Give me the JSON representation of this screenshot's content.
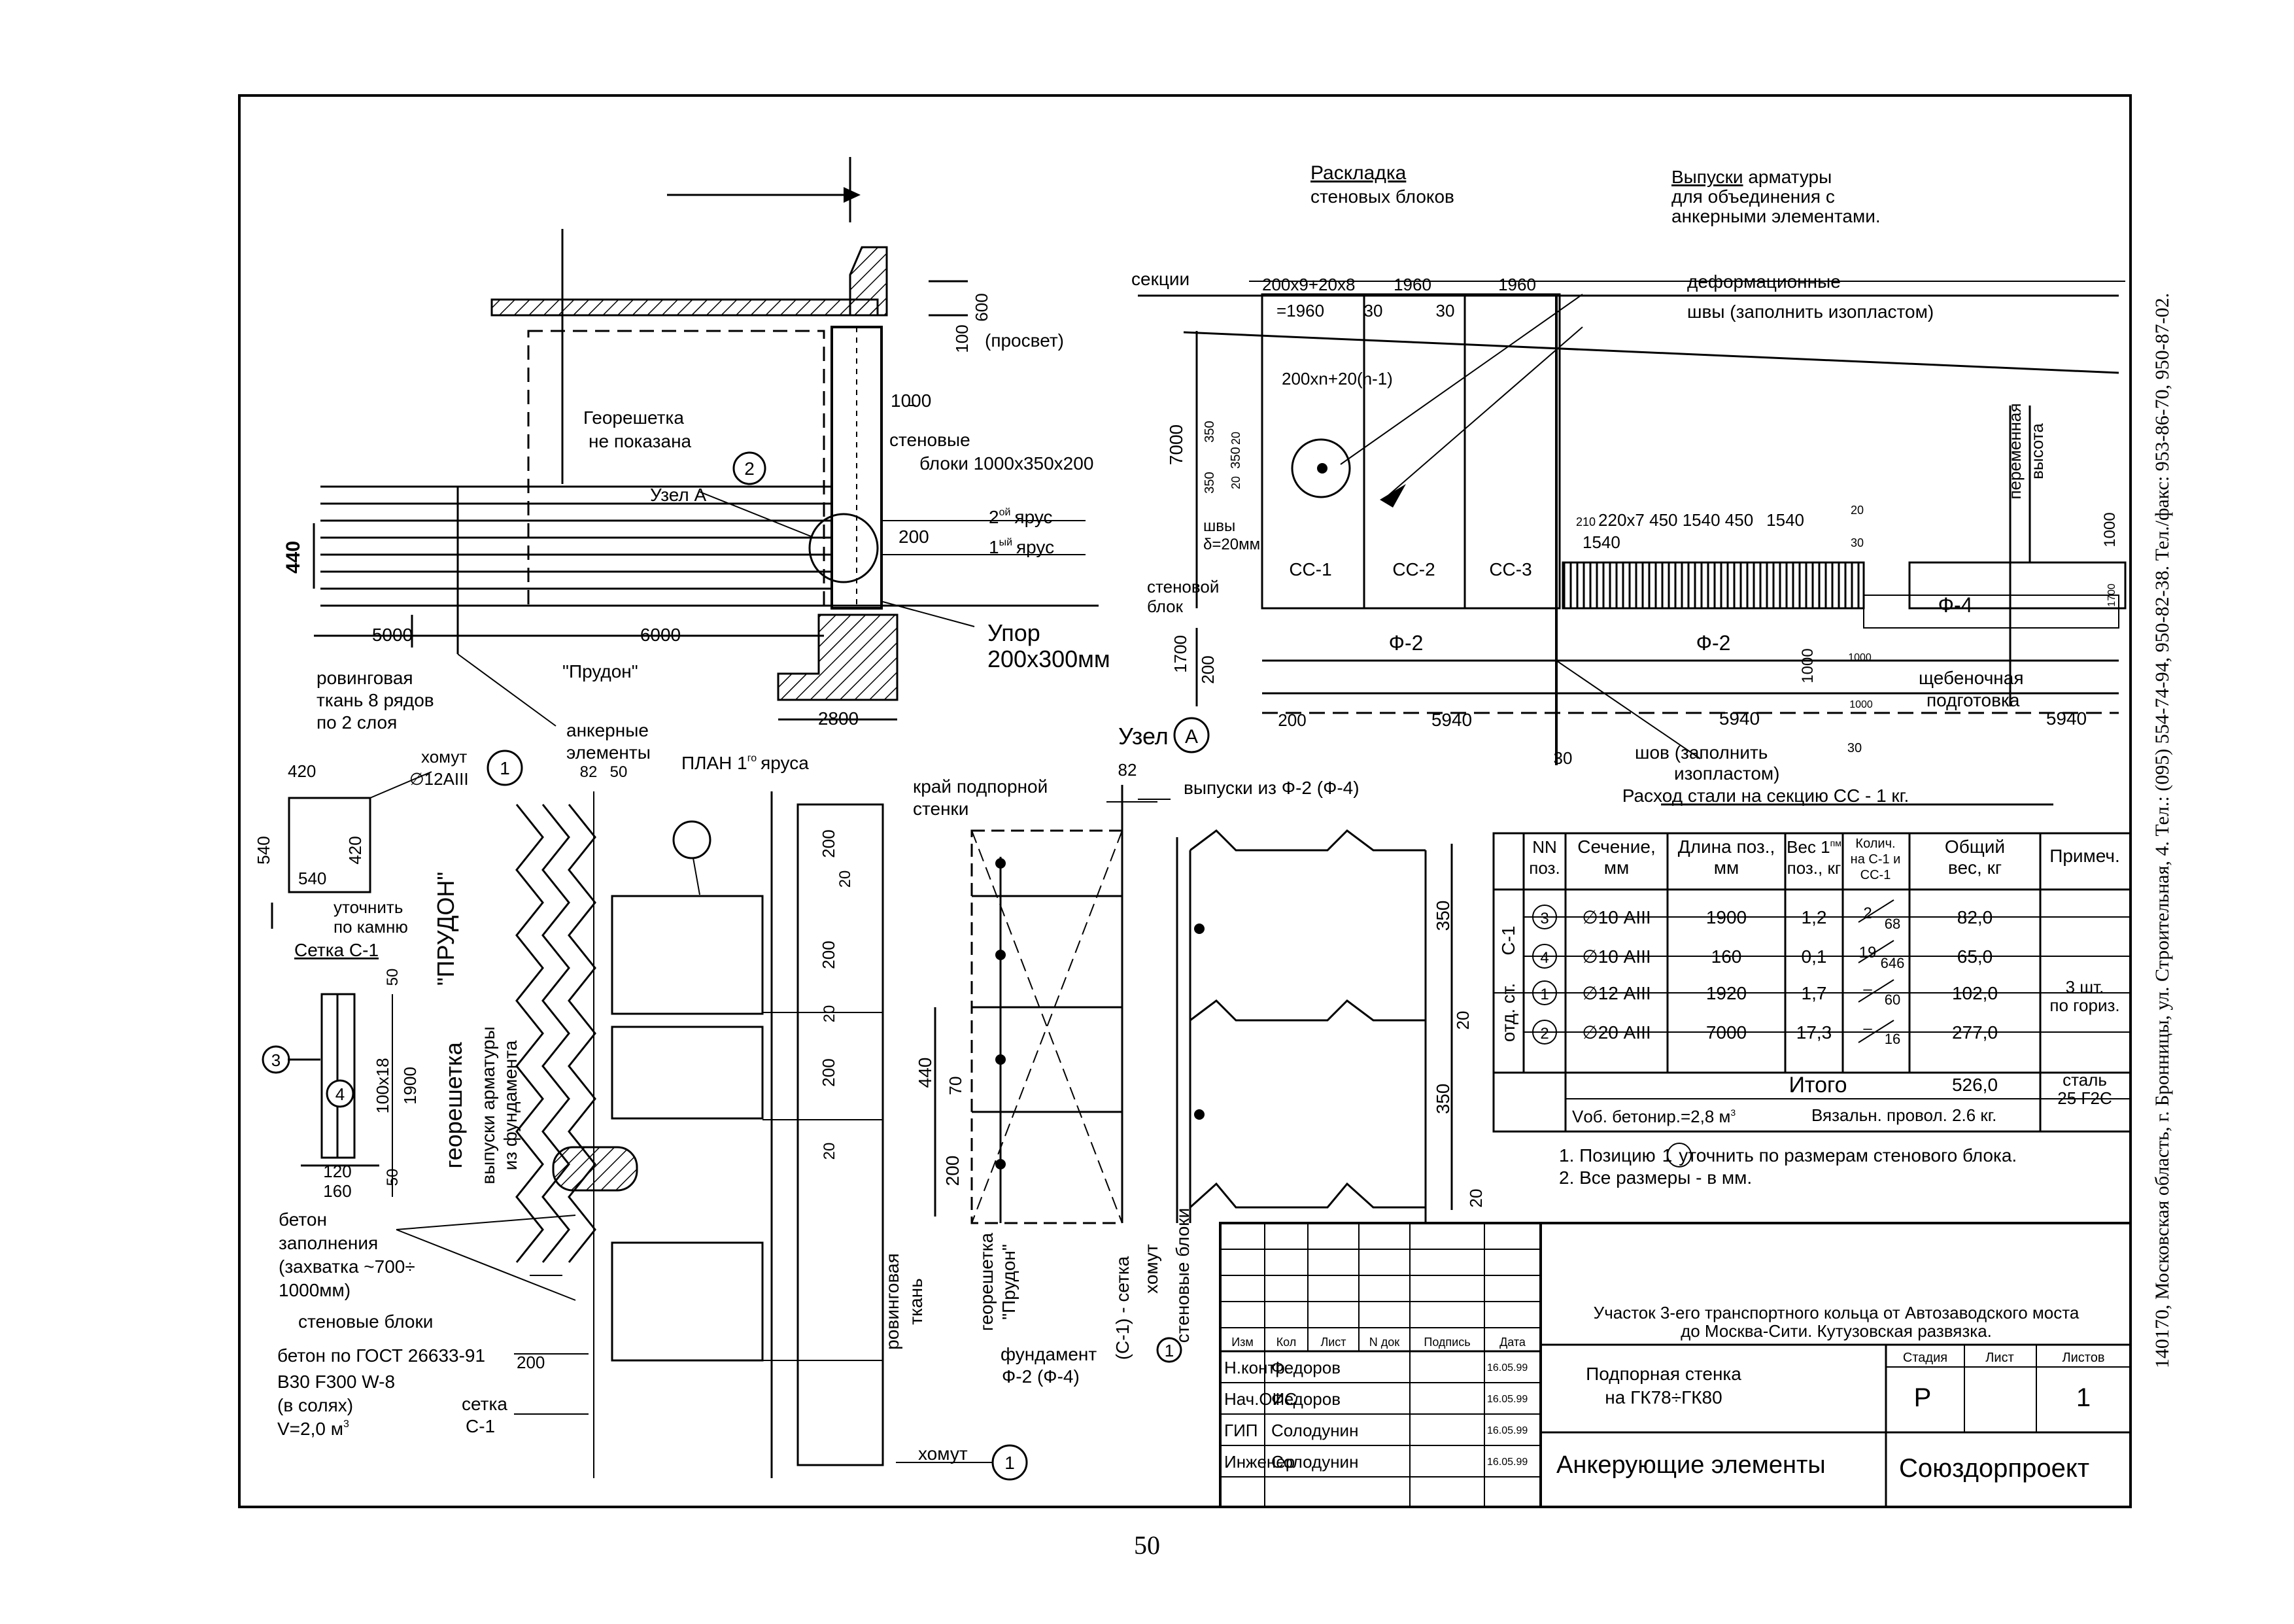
{
  "sheet": {
    "page_number": "50",
    "side_address": "140170, Московская область, г. Бронницы, ул. Строительная, 4. Тел.: (095) 554-74-94, 950-82-38. Тел./факс: 953-86-70, 950-87-02."
  },
  "section_left": {
    "upper_dim": "600",
    "upper_dim2": "100",
    "prosvet": "(просвет)",
    "georeshetka1": "Георешетка",
    "georeshetka2": "не показана",
    "node_a": "Узел А",
    "dim_1000": "1000",
    "wall_blocks1": "стеновые",
    "wall_blocks2": "блоки 1000х350х200",
    "tier2": "2",
    "tier2_sup": "ой",
    "tier2_word": "ярус",
    "tier1": "1",
    "tier1_sup": "ый",
    "tier1_word": "ярус",
    "dim_200": "200",
    "dim_440": "440",
    "dim_5000": "5000",
    "dim_6000": "6000",
    "upor1": "Упор",
    "upor2": "200х300мм",
    "roving1": "ровинговая",
    "roving2": "ткань 8 рядов",
    "roving3": "по 2 слоя",
    "prudon": "\"Прудон\"",
    "anchor1": "анкерные",
    "anchor2": "элементы",
    "dim_2800": "2800",
    "callout2": "2"
  },
  "elevation": {
    "rasklad1": "Раскладка",
    "rasklad2": "стеновых блоков",
    "vypuski1": "Выпуски",
    "vypuski1b": " арматуры",
    "vypuski2": "для объединения с",
    "vypuski3": "анкерными элементами.",
    "sekcii": "секции",
    "formula1": "200х9+20х8",
    "formula2": "=1960",
    "d1960a": "1960",
    "d1960b": "1960",
    "d30a": "30",
    "d30b": "30",
    "def1": "деформационные",
    "def2": "швы (заполнить изопластом)",
    "formula3": "200хn+20(n-1)",
    "d7000": "7000",
    "d350a": "350",
    "d350b": "350",
    "d350c": "350",
    "d20a": "20",
    "d20b": "20",
    "shvy": "швы",
    "delta": "δ=20мм",
    "stenovoi1": "стеновой",
    "stenovoi2": "блок",
    "cc1": "СС-1",
    "cc2": "СС-2",
    "cc3": "СС-3",
    "f2a": "Ф-2",
    "f2b": "Ф-2",
    "f4": "Ф-4",
    "d1700": "1700",
    "d200": "200",
    "d200b": "200",
    "d5940a": "5940",
    "d5940b": "5940",
    "d5940c": "5940",
    "d30c": "30",
    "d30d": "30",
    "seq": "220х7 450 1540 450",
    "d210": "210",
    "d1540a": "1540",
    "d1540b": "1540",
    "d20c": "20",
    "d30e": "30",
    "d1000a": "1000",
    "d1000b": "1000",
    "d1000c": "1000",
    "d1000d": "1000",
    "d1700b": "1700",
    "var1": "переменная",
    "var2": "высота",
    "shebn1": "щебеночная",
    "shebn2": "подготовка",
    "shov1": "шов (заполнить",
    "shov2": "изопластом)",
    "uzel": "Узел",
    "uzel_a": "А",
    "steel_title": "Расход стали на секцию СС - 1 кг."
  },
  "details": {
    "dim420a": "420",
    "dim420b": "420",
    "dim540a": "540",
    "dim540b": "540",
    "homut1": "хомут",
    "homut2": "∅12АIII",
    "c1": "1",
    "utoch1": "уточнить",
    "utoch2": "по камню",
    "setka_c1": "Сетка С-1",
    "d50a": "50",
    "d50b": "50",
    "d100x18": "100х18",
    "d1900": "1900",
    "d120": "120",
    "d160": "160",
    "c3": "3",
    "c4": "4",
    "beton1": "бетон",
    "beton2": "заполнения",
    "beton3": "(захватка ~700÷",
    "beton4": "1000мм)",
    "stenblocks": "стеновые блоки",
    "gost1": "бетон по ГОСТ 26633-91",
    "gost2": "В30 F300 W-8",
    "gost3": "(в солях)",
    "gost4": "V=2,0 м",
    "gost4sup": "3",
    "d200c": "200",
    "setka1": "сетка",
    "setka2": "С-1",
    "d82": "82",
    "d50c": "50",
    "plan": "ПЛАН 1",
    "plan_sup": "го",
    "plan2": "яруса",
    "prudon_v": "\"ПРУДОН\"",
    "georesh_v": "георешетка",
    "vypuski_v1": "выпуски арматуры",
    "vypuski_v2": "из фундамента",
    "d200d": "200",
    "d200e": "200",
    "d200f": "200",
    "d20d": "20",
    "d20e": "20",
    "d20f": "20",
    "homut3": "хомут",
    "krai1": "край подпорной",
    "krai2": "стенки",
    "d82b": "82",
    "vyp_f2": "выпуски из Ф-2 (Ф-4)",
    "d440": "440",
    "d70": "70",
    "d200g": "200",
    "d350d": "350",
    "d350e": "350",
    "d20g": "20",
    "d20h": "20",
    "roving_v1": "ровинговая",
    "roving_v2": "ткань",
    "geo_v1": "георешетка",
    "geo_v2": "\"Прудон\"",
    "fund1": "фундамент",
    "fund2": "Ф-2 (Ф-4)",
    "c1setka": "(С-1) - сетка",
    "homut_v": "хомут",
    "stenblok_v": "стеновые блоки"
  },
  "steel_table": {
    "headers": [
      "NN поз.",
      "Сечение, мм",
      "Длина поз., мм",
      "Вес 1 пм поз., кг",
      "Колич. на С-1 и СС-1",
      "Общий вес, кг",
      "Примеч."
    ],
    "group1": "С-1",
    "group2": "отд. ст.",
    "rows": [
      {
        "pos": "3",
        "sec": "∅10 АIII",
        "len": "1900",
        "w": "1,2",
        "q1": "2",
        "q2": "68",
        "total": "82,0",
        "note": ""
      },
      {
        "pos": "4",
        "sec": "∅10 АIII",
        "len": "160",
        "w": "0,1",
        "q1": "19",
        "q2": "646",
        "total": "65,0",
        "note": ""
      },
      {
        "pos": "1",
        "sec": "∅12 АIII",
        "len": "1920",
        "w": "1,7",
        "q1": "–",
        "q2": "60",
        "total": "102,0",
        "note": "3 шт. по гориз."
      },
      {
        "pos": "2",
        "sec": "∅20 АIII",
        "len": "7000",
        "w": "17,3",
        "q1": "–",
        "q2": "16",
        "total": "277,0",
        "note": ""
      }
    ],
    "total_label": "Итого",
    "total_value": "526,0",
    "steel1": "сталь",
    "steel2": "25 Г2С",
    "vob": "Vоб. бетонир.=2,8 м",
    "vob_sup": "3",
    "wire": "Вязальн. провол. 2.6 кг.",
    "note1": "1. Позицию",
    "note1_c": "1",
    "note1b": "уточнить по размерам стенового блока.",
    "note2": "2. Все размеры - в мм."
  },
  "title_block": {
    "project1": "Участок 3-его транспортного кольца от Автозаводского моста",
    "project2": "до Москва-Сити. Кутузовская развязка.",
    "object1": "Подпорная стенка",
    "object2": "на ГК78÷ГК80",
    "sheet_title": "Анкерующие элементы",
    "org": "Союздорпроект",
    "stage_h": "Стадия",
    "sheet_h": "Лист",
    "sheets_h": "Листов",
    "stage": "Р",
    "sheets": "1",
    "cols": [
      "Изм",
      "Кол",
      "Лист",
      "N док",
      "Подпись",
      "Дата"
    ],
    "people": [
      {
        "role": "Н.контр.",
        "name": "Федоров",
        "date": "16.05.99"
      },
      {
        "role": "Нач.ОИС",
        "name": "Федоров",
        "date": "16.05.99"
      },
      {
        "role": "ГИП",
        "name": "Солодунин",
        "date": "16.05.99"
      },
      {
        "role": "Инженер",
        "name": "Солодунин",
        "date": "16.05.99"
      }
    ]
  }
}
